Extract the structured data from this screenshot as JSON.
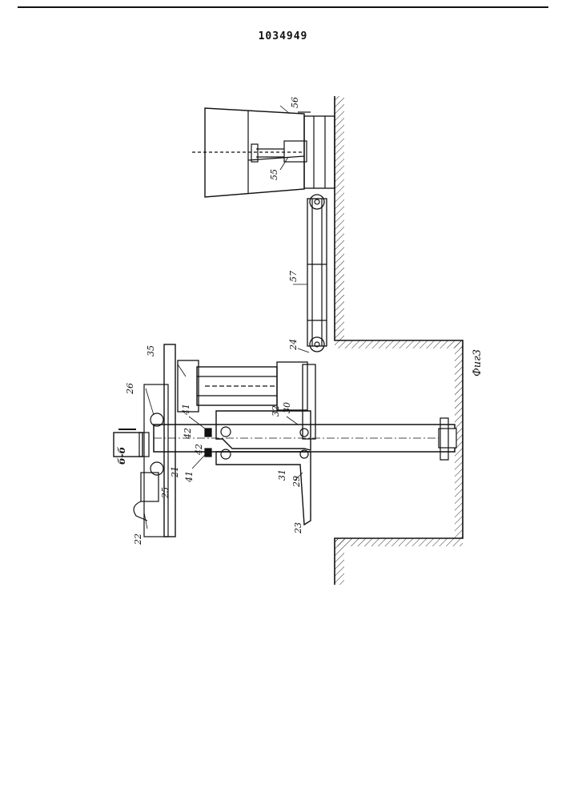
{
  "patent_number": "1034949",
  "figure_label": "Фиг3",
  "section_label": "б-б",
  "callouts": {
    "c21": "21",
    "c22": "22",
    "c23": "23",
    "c24": "24",
    "c25": "25",
    "c26": "26",
    "c29": "29",
    "c30": "30",
    "c31": "31",
    "c32": "32",
    "c35": "35",
    "c41a": "41",
    "c41b": "41",
    "c42a": "42",
    "c42b": "42",
    "c55": "55",
    "c56": "56",
    "c57": "57"
  }
}
